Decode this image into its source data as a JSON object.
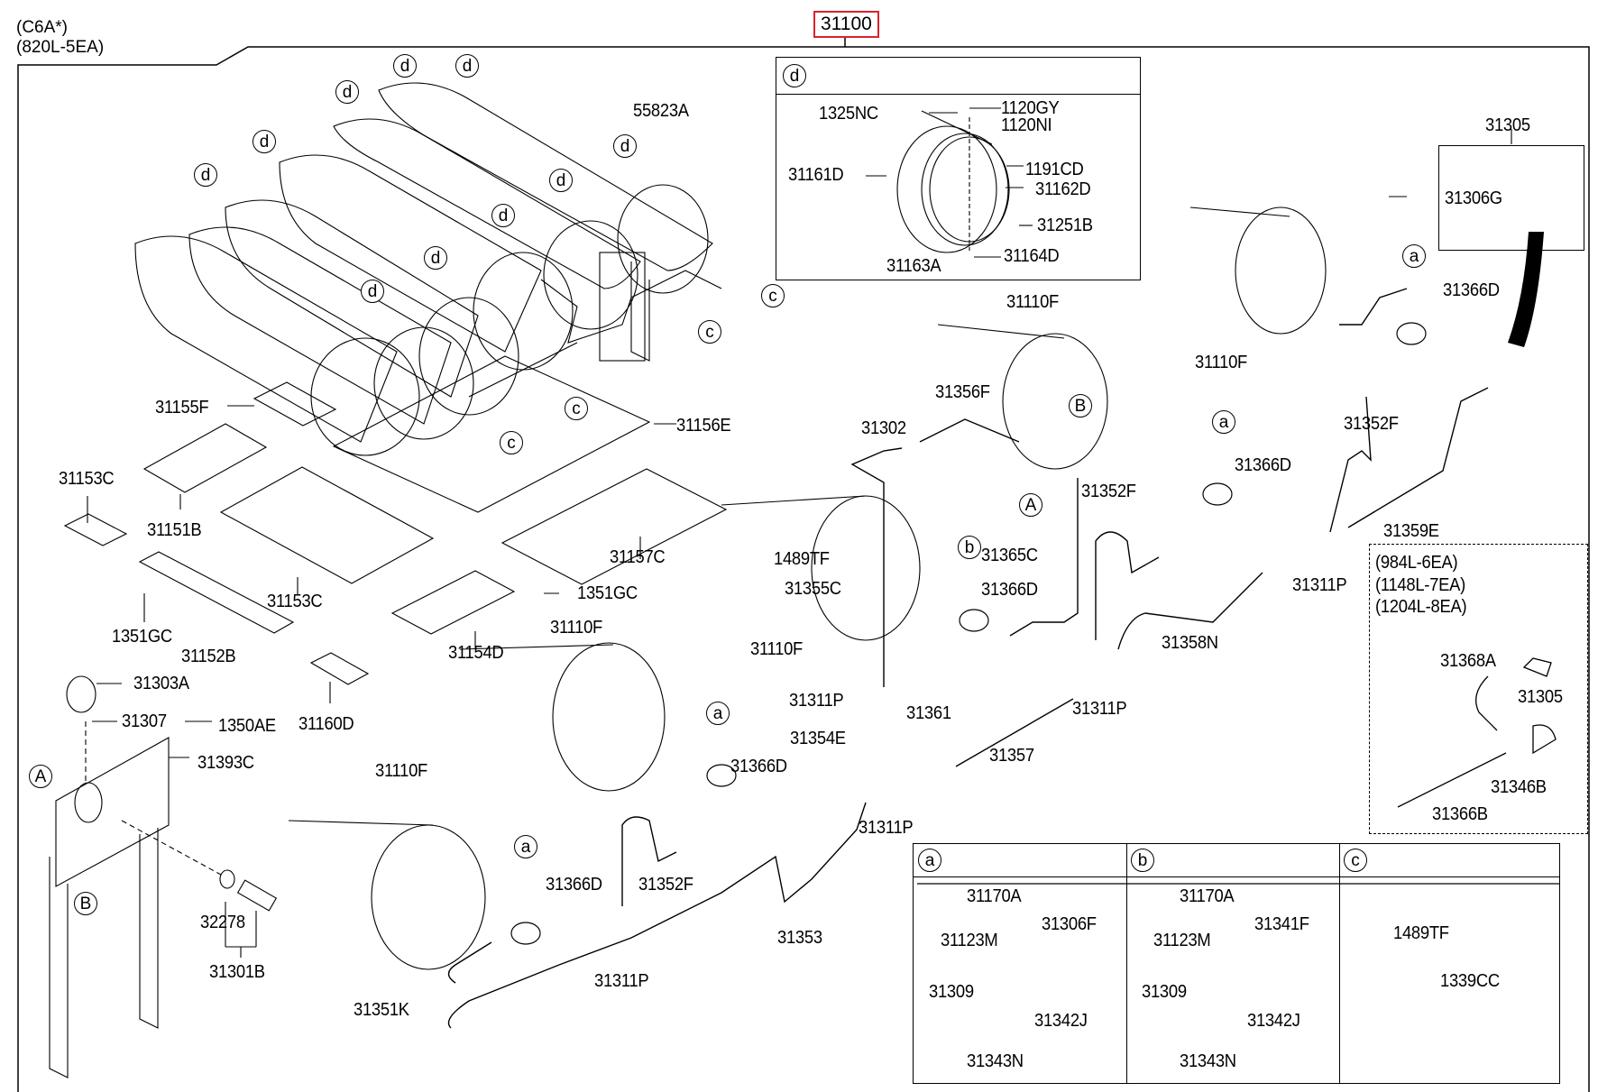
{
  "header": {
    "model_code": "(C6A*)",
    "capacity_variant": "(820L-5EA)",
    "assembly_part_number": "31100",
    "assembly_highlight_color": "#d9242b"
  },
  "detail_d": {
    "callout": "d",
    "parts": [
      "1325NC",
      "1120GY",
      "1120NI",
      "1191CD",
      "31161D",
      "31162D",
      "31251B",
      "31163A",
      "31164D"
    ]
  },
  "detail_31305": {
    "title": "31305",
    "part": "31306G"
  },
  "optional_variants": {
    "variants": [
      "(984L-6EA)",
      "(1148L-7EA)",
      "(1204L-8EA)"
    ],
    "parts": [
      "31368A",
      "31305",
      "31346B",
      "31366B"
    ]
  },
  "detail_a": {
    "callout": "a",
    "parts": [
      "31170A",
      "31123M",
      "31306F",
      "31309",
      "31342J",
      "31343N"
    ]
  },
  "detail_b": {
    "callout": "b",
    "parts": [
      "31170A",
      "31123M",
      "31341F",
      "31309",
      "31342J",
      "31343N"
    ]
  },
  "detail_c": {
    "callout": "c",
    "parts": [
      "1489TF",
      "1339CC"
    ]
  },
  "main_labels": {
    "p55823A": "55823A",
    "p31155F": "31155F",
    "p31156E": "31156E",
    "p31153C_a": "31153C",
    "p31151B": "31151B",
    "p31153C_b": "31153C",
    "p31157C": "31157C",
    "p1351GC_a": "1351GC",
    "p1351GC_b": "1351GC",
    "p31152B": "31152B",
    "p31154D": "31154D",
    "p31303A": "31303A",
    "p31307": "31307",
    "p1350AE": "1350AE",
    "p31160D": "31160D",
    "p31393C": "31393C",
    "p32278": "32278",
    "p31301B": "31301B",
    "p31110F_1": "31110F",
    "p31110F_2": "31110F",
    "p31110F_3": "31110F",
    "p31110F_4": "31110F",
    "p31110F_5": "31110F",
    "p31356F": "31356F",
    "p31302": "31302",
    "p1489TF": "1489TF",
    "p31355C": "31355C",
    "p31365C": "31365C",
    "p31366D_1": "31366D",
    "p31366D_2": "31366D",
    "p31366D_3": "31366D",
    "p31366D_4": "31366D",
    "p31366D_5": "31366D",
    "p31352F_1": "31352F",
    "p31352F_2": "31352F",
    "p31352F_3": "31352F",
    "p31359E": "31359E",
    "p31311P_1": "31311P",
    "p31311P_2": "31311P",
    "p31311P_3": "31311P",
    "p31311P_4": "31311P",
    "p31311P_5": "31311P",
    "p31358N": "31358N",
    "p31361": "31361",
    "p31354E": "31354E",
    "p31357": "31357",
    "p31353": "31353",
    "p31351K": "31351K"
  },
  "callouts": {
    "d": "d",
    "c": "c",
    "a": "a",
    "b": "b",
    "A": "A",
    "B": "B"
  }
}
